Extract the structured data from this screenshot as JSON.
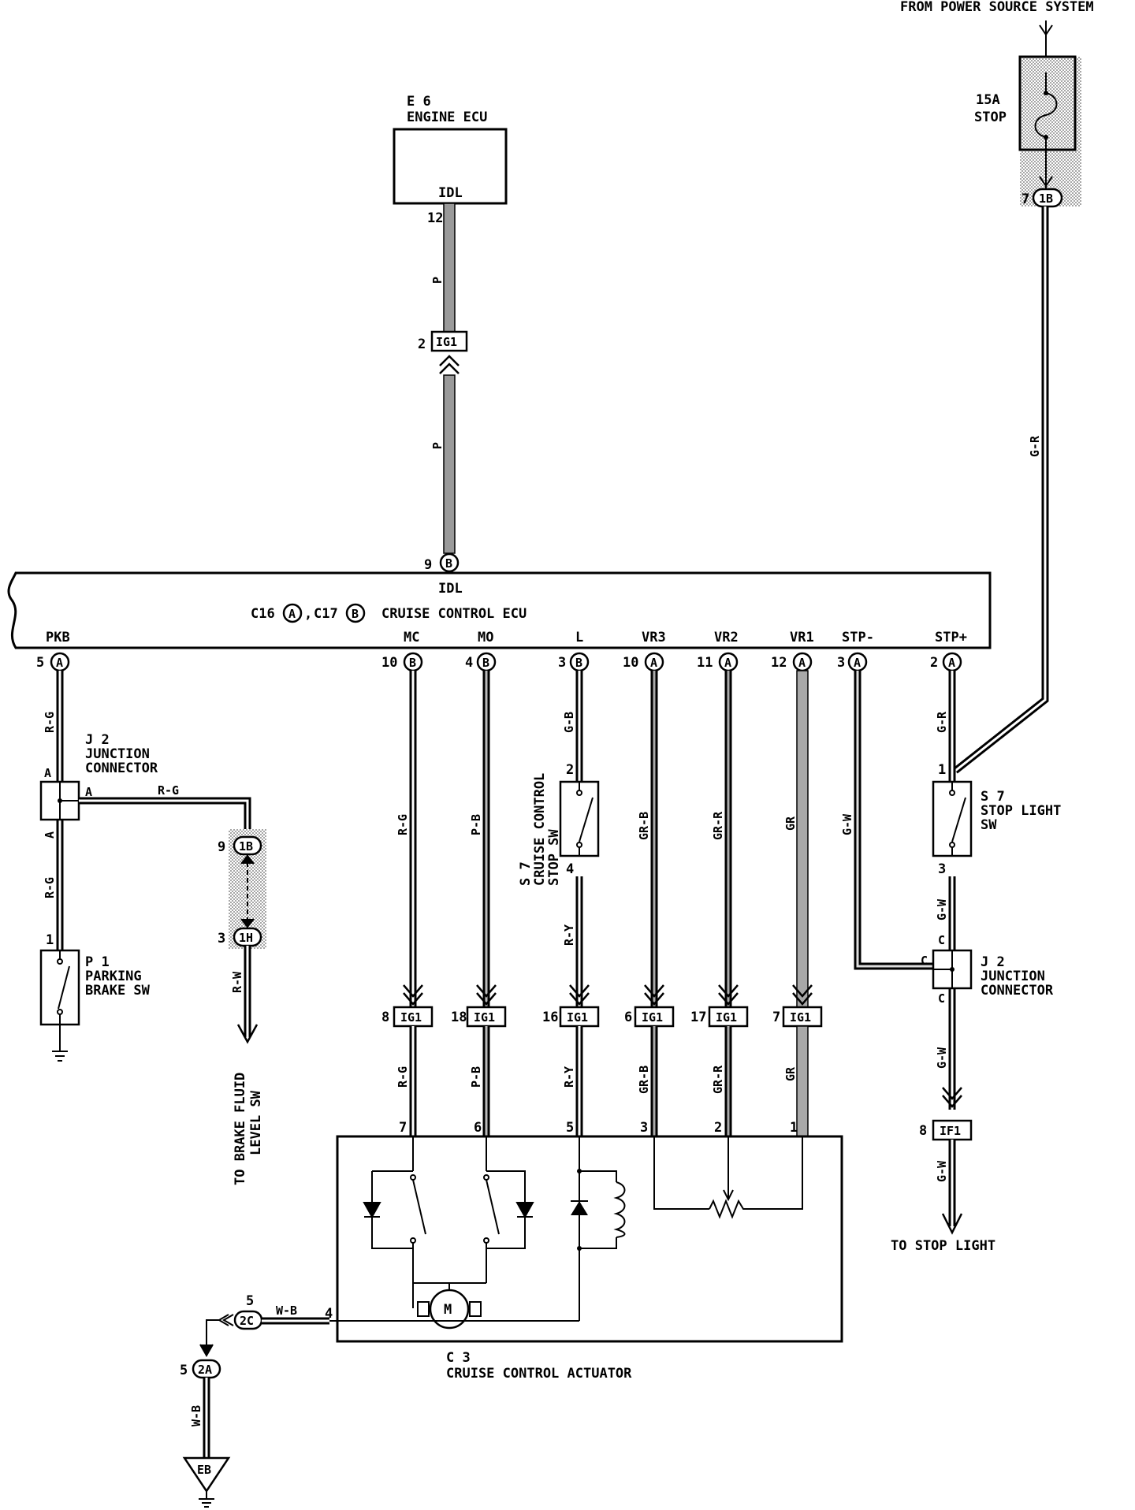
{
  "power": {
    "source_label": "FROM POWER SOURCE SYSTEM",
    "fuse_amp": "15A",
    "fuse_name": "STOP",
    "connector_pin": "7",
    "connector_id": "1B",
    "wire_color": "G-R"
  },
  "engine_ecu": {
    "ref": "E 6",
    "name": "ENGINE ECU",
    "terminal": "IDL",
    "pin": "12",
    "wire_color": "P",
    "connector_pin": "2",
    "connector_id": "IG1",
    "ecu_pin": "9",
    "ecu_conn": "B"
  },
  "cruise_ecu": {
    "ref_a": "C16",
    "conn_a": "A",
    "ref_b": "C17",
    "conn_b": "B",
    "name": "CRUISE CONTROL ECU",
    "idl_label": "IDL",
    "comma": ","
  },
  "terminals": [
    {
      "name": "PKB",
      "pin": "5",
      "conn": "A",
      "wire": "R-G"
    },
    {
      "name": "MC",
      "pin": "10",
      "conn": "B",
      "wire": "R-G"
    },
    {
      "name": "MO",
      "pin": "4",
      "conn": "B",
      "wire": "P-B"
    },
    {
      "name": "L",
      "pin": "3",
      "conn": "B",
      "wire": "G-B"
    },
    {
      "name": "VR3",
      "pin": "10",
      "conn": "A",
      "wire": "GR-B"
    },
    {
      "name": "VR2",
      "pin": "11",
      "conn": "A",
      "wire": "GR-R"
    },
    {
      "name": "VR1",
      "pin": "12",
      "conn": "A",
      "wire": "GR"
    },
    {
      "name": "STP-",
      "pin": "3",
      "conn": "A",
      "wire": "G-W"
    },
    {
      "name": "STP+",
      "pin": "2",
      "conn": "A",
      "wire": "G-R"
    }
  ],
  "ig1_connectors": [
    {
      "pin": "8",
      "id": "IG1"
    },
    {
      "pin": "18",
      "id": "IG1"
    },
    {
      "pin": "16",
      "id": "IG1"
    },
    {
      "pin": "6",
      "id": "IG1"
    },
    {
      "pin": "17",
      "id": "IG1"
    },
    {
      "pin": "7",
      "id": "IG1"
    }
  ],
  "lower_wires": [
    "R-G",
    "P-B",
    "R-Y",
    "GR-B",
    "GR-R",
    "GR"
  ],
  "actuator": {
    "ref": "C 3",
    "name": "CRUISE CONTROL ACTUATOR",
    "pins": [
      "7",
      "6",
      "5",
      "3",
      "2",
      "1",
      "4"
    ],
    "motor": "M"
  },
  "junction_left": {
    "ref": "J 2",
    "line1": "JUNCTION",
    "line2": "CONNECTOR",
    "terminal": "A",
    "wire_lower": "R-G",
    "wire_right": "R-G"
  },
  "parking_brake": {
    "ref": "P 1",
    "line1": "PARKING",
    "line2": "BRAKE SW",
    "pin": "1"
  },
  "brake_fluid": {
    "conn1_pin": "9",
    "conn1_id": "1B",
    "conn2_pin": "3",
    "conn2_id": "1H",
    "wire": "R-W",
    "to_label": "TO BRAKE FLUID",
    "to_label2": "LEVEL SW"
  },
  "cc_stop_sw": {
    "ref": "S 7",
    "line1": "CRUISE CONTROL",
    "line2": "STOP SW",
    "pin_top": "2",
    "pin_bottom": "4",
    "wire_bottom": "R-Y"
  },
  "stop_light_sw": {
    "ref": "S 7",
    "line1": "STOP LIGHT",
    "line2": "SW",
    "pin_top": "1",
    "pin_bottom": "3",
    "wire_bottom": "G-W"
  },
  "junction_right": {
    "ref": "J 2",
    "line1": "JUNCTION",
    "line2": "CONNECTOR",
    "terminal": "C",
    "wire_below": "G-W"
  },
  "stop_light": {
    "conn_pin": "8",
    "conn_id": "IF1",
    "wire": "G-W",
    "to_label": "TO STOP LIGHT"
  },
  "ground": {
    "conn1_pin": "5",
    "conn1_id": "2C",
    "wire_act": "W-B",
    "conn2_pin": "5",
    "conn2_id": "2A",
    "wire_down": "W-B",
    "ground_id": "EB"
  }
}
